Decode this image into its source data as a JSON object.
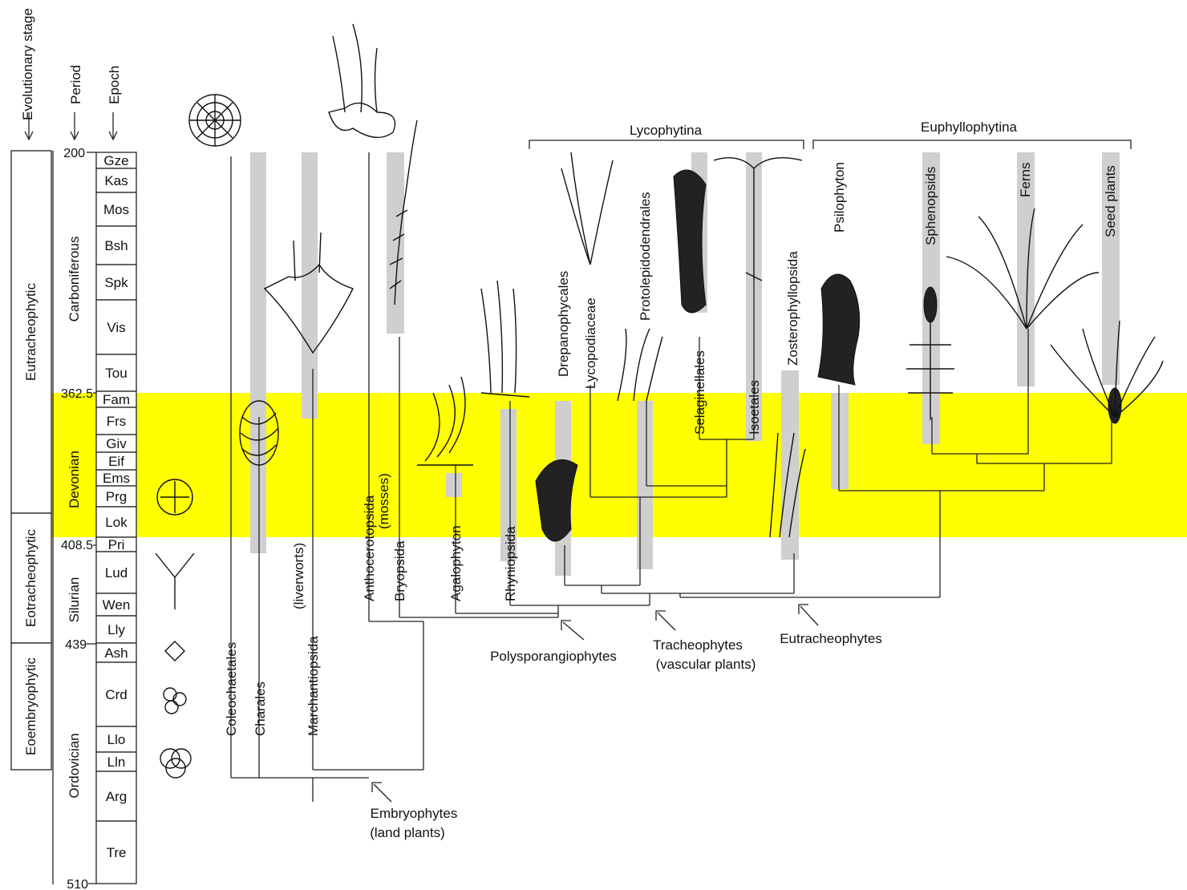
{
  "headers": {
    "evolutionary_stage": "Evolutionary stage",
    "period": "Period",
    "epoch": "Epoch"
  },
  "stages": [
    "Eutracheophytic",
    "Eotracheophytic",
    "Eoembryophytic"
  ],
  "periods": [
    "Carboniferous",
    "Devonian",
    "Silurian",
    "Ordovician"
  ],
  "epochs": [
    "Gze",
    "Kas",
    "Mos",
    "Bsh",
    "Spk",
    "Vis",
    "Tou",
    "Fam",
    "Frs",
    "Giv",
    "Eif",
    "Ems",
    "Prg",
    "Lok",
    "Pri",
    "Lud",
    "Wen",
    "Lly",
    "Ash",
    "Crd",
    "Llo",
    "Lln",
    "Arg",
    "Tre"
  ],
  "time_ticks": [
    "200",
    "362.5",
    "408.5",
    "439",
    "510"
  ],
  "highlight": {
    "period": "Devonian",
    "color": "#ffff00"
  },
  "taxa": {
    "coleochaetales": "Coleochaetales",
    "charales": "Charales",
    "marchantiopsida": "Marchantiopsida",
    "liverworts": "(liverworts)",
    "anthocerotopsida": "Anthocerotopsida",
    "bryopsida": "Bryopsida",
    "mosses": "(mosses)",
    "agalophyton": "Agalophyton",
    "rhyniopsida": "Rhyniopsida",
    "drepanophycales": "Drepanophycales",
    "lycopodiaceae": "Lycopodiaceae",
    "protolepidodendrales": "Protolepidodendrales",
    "selaginellales": "Selaginellales",
    "isoetales": "Isoetales",
    "zosterophyllopsida": "Zosterophyllopsida",
    "psilophyton": "Psilophyton",
    "sphenopsids": "Sphenopsids",
    "ferns": "Ferns",
    "seed_plants": "Seed plants"
  },
  "groups": {
    "lycophytina": "Lycophytina",
    "euphyllophytina": "Euphyllophytina"
  },
  "clades": {
    "embryophytes": "Embryophytes",
    "embryophytes_sub": "(land plants)",
    "polysporangiophytes": "Polysporangiophytes",
    "tracheophytes": "Tracheophytes",
    "tracheophytes_sub": "(vascular plants)",
    "eutracheophytes": "Eutracheophytes"
  },
  "icons": [
    "arrow-down-icon",
    "coleochaete-fossil-icon",
    "liverwort-icon",
    "moss-icon",
    "fern-frond-icon",
    "lycopod-icon",
    "spore-tetrad-icon"
  ]
}
